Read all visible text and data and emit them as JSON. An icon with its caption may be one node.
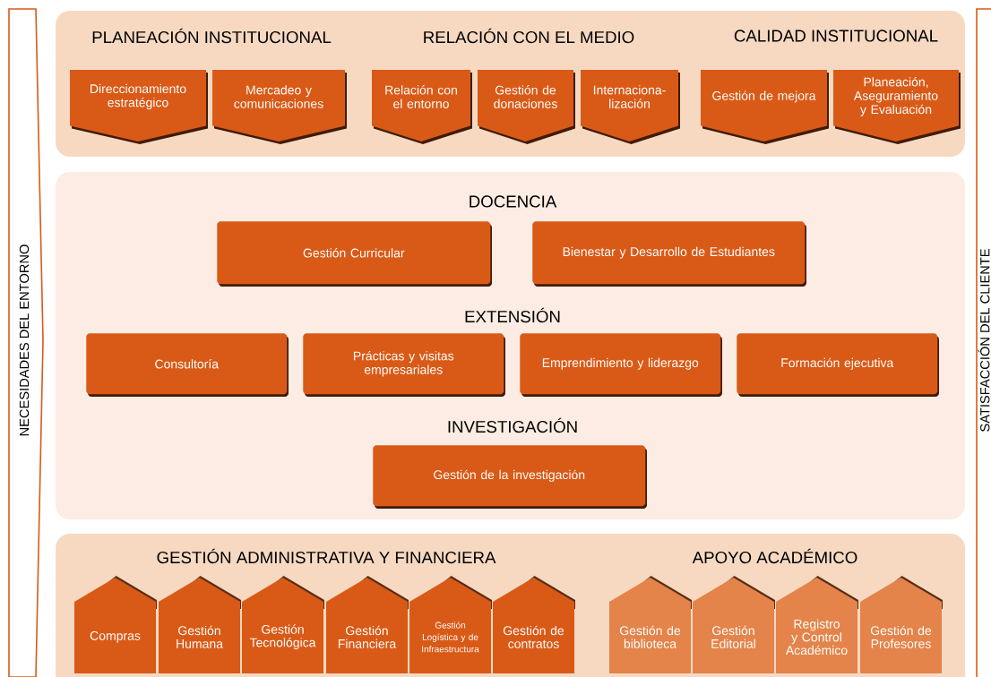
{
  "diagram": {
    "nodes": [
      {
        "text": [
          "NECESIDADES DEL ENTORNO"
        ]
      },
      {
        "text": [
          "PLANEACIÓN INSTITUCIONAL",
          "RELACIÓN CON EL MEDIO",
          "CALIDAD INSTITUCIONAL"
        ]
      },
      {
        "text": [
          "Direccionamiento estratégico"
        ],
        "in": 1
      },
      {
        "text": [
          "Mercadeo y comunicaciones"
        ],
        "in": 1
      },
      {
        "text": [
          "Relación con el entorno"
        ],
        "in": 1
      },
      {
        "text": [
          "Gestión de donaciones"
        ],
        "in": 1
      },
      {
        "text": [
          "Internaciona- lización"
        ],
        "in": 1
      },
      {
        "text": [
          "Gestión de mejora"
        ],
        "in": 1
      },
      {
        "text": [
          "Planeación, Aseguramiento y Evaluación"
        ],
        "in": 1
      },
      {
        "text": [
          "DOCENCIA",
          "EXTENSIÓN",
          "INVESTIGACIÓN"
        ]
      },
      {
        "text": [
          "Gestión Curricular"
        ],
        "in": 9
      },
      {
        "text": [
          "Bienestar y Desarrollo de Estudiantes"
        ],
        "in": 9
      },
      {
        "text": [
          "Consultoría"
        ],
        "in": 9
      },
      {
        "text": [
          "Prácticas y visitas empresariales"
        ],
        "in": 9
      },
      {
        "text": [
          "Emprendimiento y liderazgo"
        ],
        "in": 9
      },
      {
        "text": [
          "Formación ejecutiva"
        ],
        "in": 9
      },
      {
        "text": [
          "Gestión de la investigación"
        ],
        "in": 9
      },
      {
        "text": [
          "GESTIÓN ADMINISTRATIVA Y FINANCIERA",
          "APOYO ACADÉMICO"
        ]
      },
      {
        "text": [
          "Compras"
        ],
        "in": 17
      },
      {
        "text": [
          "Gestión Humana"
        ],
        "in": 17
      },
      {
        "text": [
          "Gestión Tecnológica"
        ],
        "in": 17
      },
      {
        "text": [
          "Gestión Financiera"
        ],
        "in": 17
      },
      {
        "text": [
          "Gestión Logística y de Infraestructura"
        ],
        "in": 17
      },
      {
        "text": [
          "Gestión de contratos"
        ],
        "in": 17
      },
      {
        "text": [
          "Gestión de biblioteca"
        ],
        "in": 17
      },
      {
        "text": [
          "Gestión Editorial"
        ],
        "in": 17
      },
      {
        "text": [
          "Registro y Control Académico"
        ],
        "in": 17
      },
      {
        "text": [
          "Gestión de Profesores"
        ],
        "in": 17
      },
      {
        "text": [
          "SATISFACCIÓN DEL CLIENTE"
        ]
      }
    ]
  }
}
